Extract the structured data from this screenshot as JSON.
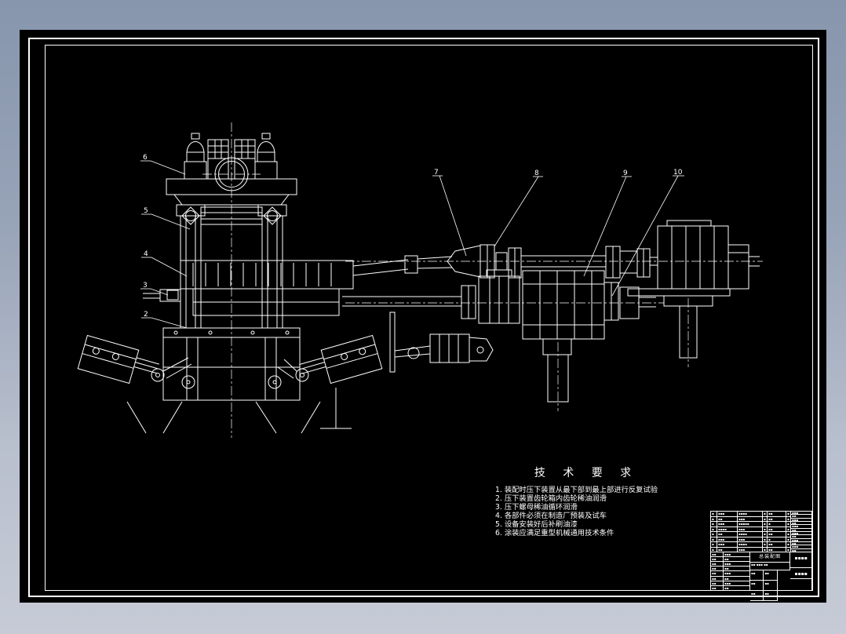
{
  "window": {
    "surround_top_color": "#8796ad",
    "surround_bottom_color": "#c6cbd6",
    "canvas_color": "#000000",
    "line_color": "#ffffff"
  },
  "requirements": {
    "title": "技 术 要 求",
    "items": [
      "1. 装配时压下装置从最下部到最上部进行反复试验",
      "2. 压下装置齿轮箱内齿轮稀油润滑",
      "3. 压下螺母稀油循环润滑",
      "4. 各部件必须在制造厂预装及试车",
      "5. 设备安装好后补刷油漆",
      "6. 涂装应满足重型机械通用技术条件"
    ]
  },
  "part_labels": {
    "p2": "2",
    "p3": "3",
    "p4": "4",
    "p5": "5",
    "p6": "6",
    "p7": "7",
    "p8": "8",
    "p9": "9",
    "p10": "10"
  },
  "title_block": {
    "drawing_title": "总装配图",
    "bom_rows": [
      [
        "▪",
        "▪▪▪",
        "▪▪▪▪",
        "▪",
        "▪▪",
        "▪"
      ],
      [
        "▪",
        "▪▪",
        "▪▪▪",
        "▪",
        "▪▪",
        "▪"
      ],
      [
        "▪",
        "▪▪▪",
        "▪▪▪▪▪",
        "▪",
        "▪",
        "▪"
      ],
      [
        "▪",
        "▪▪▪▪",
        "▪▪▪",
        "▪",
        "▪▪",
        "▪"
      ],
      [
        "▪",
        "▪▪",
        "▪▪▪▪",
        "▪",
        "▪▪",
        "▪"
      ],
      [
        "▪",
        "▪▪▪",
        "▪▪▪",
        "▪",
        "▪",
        "▪"
      ],
      [
        "▪",
        "▪▪▪",
        "▪▪▪▪",
        "▪",
        "▪▪",
        "▪"
      ],
      [
        "▪",
        "▪▪",
        "▪▪▪",
        "▪",
        "▪▪",
        "▪"
      ]
    ],
    "right_rows": [
      "▪▪▪",
      "▪▪",
      "▪▪▪",
      "▪▪",
      "▪▪▪",
      "▪▪",
      "▪▪▪",
      "▪▪",
      "▪▪▪",
      "▪▪",
      "▪▪▪",
      "▪▪"
    ],
    "sign_rows": [
      [
        "▪▪",
        "▪▪▪"
      ],
      [
        "▪▪",
        "▪▪"
      ],
      [
        "▪▪",
        "▪▪▪"
      ],
      [
        "▪▪",
        "▪▪"
      ],
      [
        "▪▪",
        "▪▪▪"
      ],
      [
        "▪▪",
        "▪▪"
      ],
      [
        "▪▪",
        "▪▪▪"
      ],
      [
        "▪▪",
        "▪▪"
      ]
    ],
    "mid_blob": "▪▪ ▪▪▪ ▪▪",
    "mid_cells": [
      "▪▪",
      "▪▪",
      "▪▪",
      "▪▪",
      "▪▪",
      "▪▪"
    ],
    "org_lines": [
      "▪▪▪▪",
      "▪▪▪▪"
    ]
  }
}
